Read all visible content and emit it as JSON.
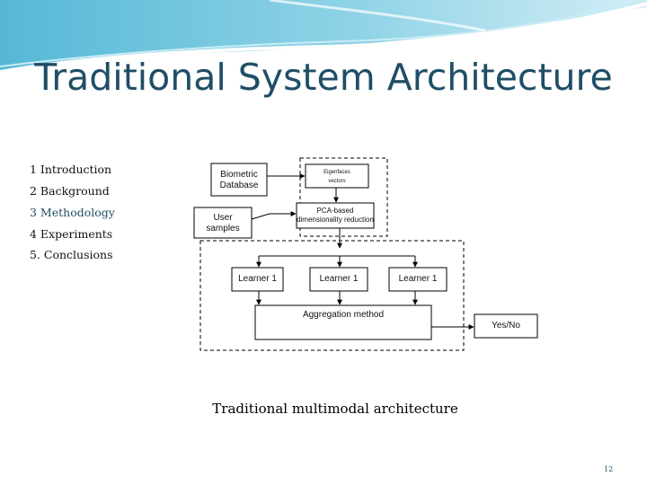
{
  "slide": {
    "title": "Traditional System Architecture",
    "page_number": "12",
    "accent_color": "#1f4e66"
  },
  "agenda": {
    "items": [
      {
        "label": "1 Introduction",
        "active": false
      },
      {
        "label": "2 Background",
        "active": false
      },
      {
        "label": "3 Methodology",
        "active": true
      },
      {
        "label": "4 Experiments",
        "active": false
      },
      {
        "label": "5. Conclusions",
        "active": false
      }
    ]
  },
  "diagram": {
    "nodes": {
      "biometric_database": "Biometric\nDatabase",
      "user_samples": "User\nsamples",
      "eigenfaces_vectors": "Eigenfaces\nvectors",
      "pca_reduction": "PCA-based\ndimensionality reduction",
      "learner_a": "Learner 1",
      "learner_b": "Learner 1",
      "learner_c": "Learner 1",
      "aggregation": "Aggregation method",
      "output": "Yes/No"
    },
    "caption": "Traditional multimodal architecture"
  }
}
